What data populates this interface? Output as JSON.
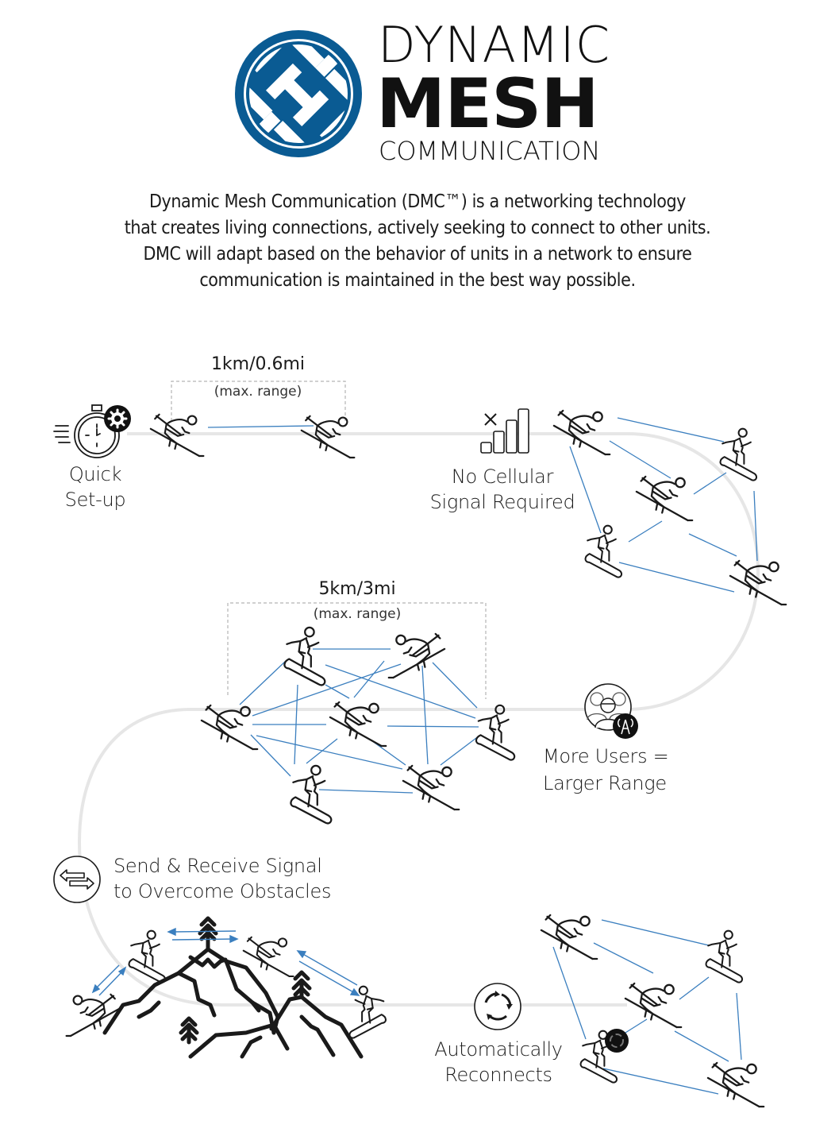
{
  "logo": {
    "line1": "DYNAMIC",
    "line2": "MESH",
    "line3": "COMMUNICATION",
    "brand_color": "#0a5b93",
    "icon": "basket-weave-mesh-icon"
  },
  "intro": {
    "lines": [
      "Dynamic Mesh Communication (DMC™) is a networking technology",
      "that creates living connections, actively seeking to connect to other units.",
      "DMC will adapt based on the behavior of units in a network to ensure",
      "communication is maintained in the best way possible."
    ]
  },
  "colors": {
    "link_line": "#3b7fbf",
    "track": "#e6e6e6",
    "ink": "#1a1a1a",
    "range_box": "#b5b5b5"
  },
  "features": [
    {
      "id": "quick-setup",
      "icon": "stopwatch-gear-icon",
      "lines": [
        "Quick",
        "Set-up"
      ]
    },
    {
      "id": "no-cellular",
      "icon": "no-signal-bars-icon",
      "lines": [
        "No Cellular",
        "Signal Required"
      ]
    },
    {
      "id": "more-users",
      "icon": "users-antenna-icon",
      "lines": [
        "More Users =",
        "Larger Range"
      ]
    },
    {
      "id": "send-receive",
      "icon": "bidirectional-arrows-icon",
      "lines": [
        "Send & Receive Signal",
        "to Overcome Obstacles"
      ]
    },
    {
      "id": "reconnects",
      "icon": "reconnect-cycle-icon",
      "lines": [
        "Automatically",
        "Reconnects"
      ]
    }
  ],
  "ranges": [
    {
      "id": "two-unit",
      "distance": "1km/0.6mi",
      "note": "(max. range)"
    },
    {
      "id": "group",
      "distance": "5km/3mi",
      "note": "(max. range)"
    }
  ]
}
